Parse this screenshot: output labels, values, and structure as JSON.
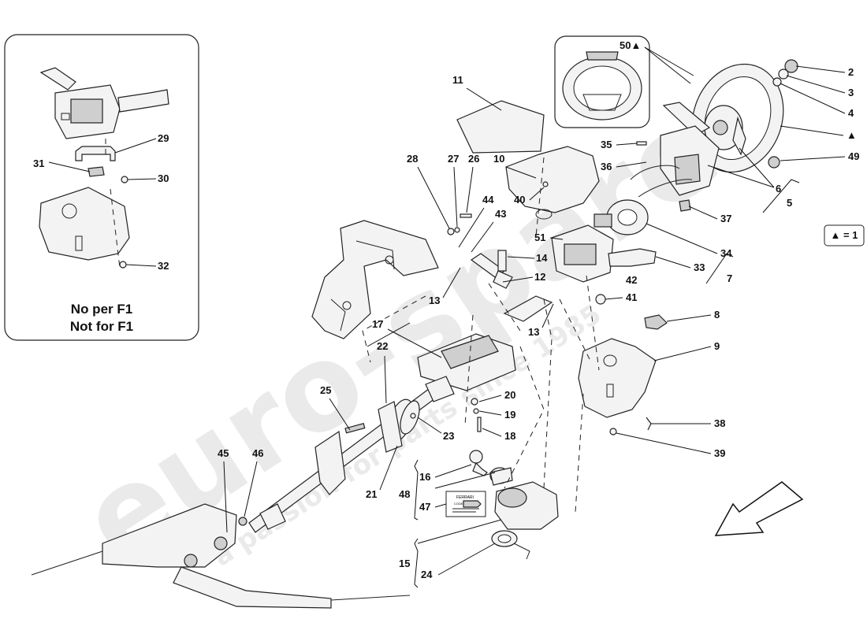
{
  "callouts": {
    "c2": "2",
    "c3": "3",
    "c4": "4",
    "c5": "5",
    "c6": "6",
    "c7": "7",
    "c8": "8",
    "c9": "9",
    "c10": "10",
    "c11": "11",
    "c12": "12",
    "c13a": "13",
    "c13b": "13",
    "c14": "14",
    "c15": "15",
    "c16": "16",
    "c17": "17",
    "c18": "18",
    "c19": "19",
    "c20": "20",
    "c21": "21",
    "c22": "22",
    "c23": "23",
    "c24": "24",
    "c25": "25",
    "c26": "26",
    "c27": "27",
    "c28": "28",
    "c29": "29",
    "c30": "30",
    "c31": "31",
    "c32": "32",
    "c33": "33",
    "c34": "34",
    "c35": "35",
    "c36": "36",
    "c37": "37",
    "c38": "38",
    "c39": "39",
    "c40": "40",
    "c41": "41",
    "c42": "42",
    "c43": "43",
    "c44": "44",
    "c45": "45",
    "c46": "46",
    "c47": "47",
    "c48": "48",
    "c49": "49",
    "c50": "50▲",
    "c51": "51",
    "triangle": "▲"
  },
  "legend": {
    "triangle_equals": "▲ = 1"
  },
  "inset": {
    "note_line1": "No per F1",
    "note_line2": "Not for F1"
  },
  "card": {
    "brand": "FERRARI",
    "code": "CODE"
  },
  "watermark": {
    "main": "euro-spares",
    "sub": "a passion for parts since 1985"
  }
}
